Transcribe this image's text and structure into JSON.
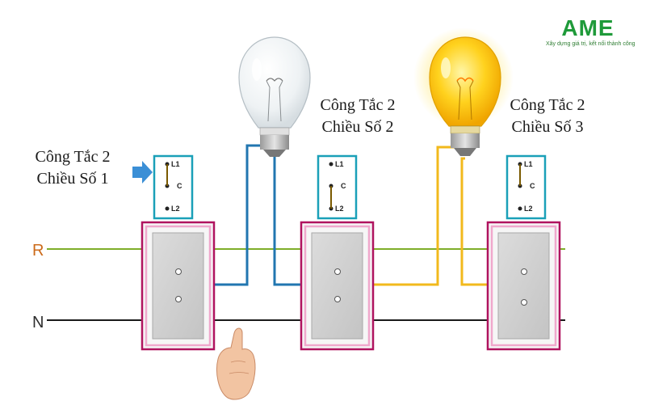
{
  "logo": {
    "text": "AME",
    "slogan": "Xây dựng giá trị, kết nối thành công",
    "color": "#1f9a3a"
  },
  "labels": {
    "switch1": [
      "Công Tắc 2",
      "Chiều Số 1"
    ],
    "switch2": [
      "Công Tắc 2",
      "Chiều Số 2"
    ],
    "switch3": [
      "Công Tắc 2",
      "Chiều Số 3"
    ]
  },
  "lines": {
    "r": "R",
    "n": "N"
  },
  "terminals": {
    "l1": "L1",
    "c": "C",
    "l2": "L2"
  },
  "colors": {
    "line_r": "#7fae2a",
    "line_n": "#1a1a1a",
    "wire_blue": "#2176b0",
    "wire_yellow": "#f2b91c",
    "frame_outer": "#b0135f",
    "frame_inner": "#f0a8cc",
    "diagram_border": "#1aa0b8",
    "bulb_on": "#ffd21e",
    "pointer_arrow": "#3b8fd6"
  },
  "bulbs": [
    {
      "state": "off"
    },
    {
      "state": "on"
    }
  ]
}
